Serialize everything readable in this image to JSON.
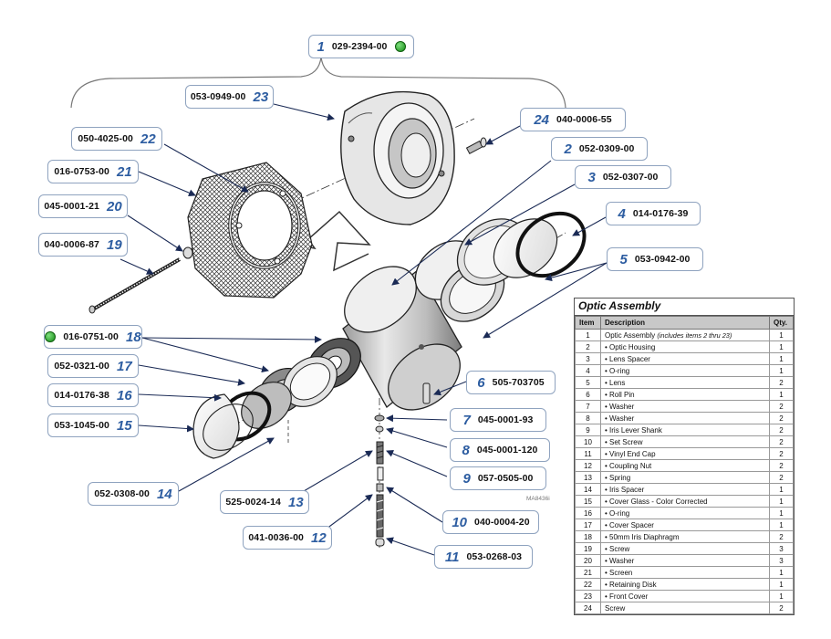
{
  "assembly": {
    "num": "1",
    "part": "029-2394-00"
  },
  "callouts": [
    {
      "id": "c23",
      "num": "23",
      "part": "053-0949-00"
    },
    {
      "id": "c24",
      "num": "24",
      "part": "040-0006-55"
    },
    {
      "id": "c22",
      "num": "22",
      "part": "050-4025-00"
    },
    {
      "id": "c2",
      "num": "2",
      "part": "052-0309-00"
    },
    {
      "id": "c21",
      "num": "21",
      "part": "016-0753-00"
    },
    {
      "id": "c3",
      "num": "3",
      "part": "052-0307-00"
    },
    {
      "id": "c20",
      "num": "20",
      "part": "045-0001-21"
    },
    {
      "id": "c4",
      "num": "4",
      "part": "014-0176-39"
    },
    {
      "id": "c19",
      "num": "19",
      "part": "040-0006-87"
    },
    {
      "id": "c5",
      "num": "5",
      "part": "053-0942-00"
    },
    {
      "id": "c18",
      "num": "18",
      "part": "016-0751-00"
    },
    {
      "id": "c17",
      "num": "17",
      "part": "052-0321-00"
    },
    {
      "id": "c6",
      "num": "6",
      "part": "505-703705"
    },
    {
      "id": "c16",
      "num": "16",
      "part": "014-0176-38"
    },
    {
      "id": "c7",
      "num": "7",
      "part": "045-0001-93"
    },
    {
      "id": "c15",
      "num": "15",
      "part": "053-1045-00"
    },
    {
      "id": "c8",
      "num": "8",
      "part": "045-0001-120"
    },
    {
      "id": "c9",
      "num": "9",
      "part": "057-0505-00"
    },
    {
      "id": "c14",
      "num": "14",
      "part": "052-0308-00"
    },
    {
      "id": "c13",
      "num": "13",
      "part": "525-0024-14"
    },
    {
      "id": "c10",
      "num": "10",
      "part": "040-0004-20"
    },
    {
      "id": "c12",
      "num": "12",
      "part": "041-0036-00"
    },
    {
      "id": "c11",
      "num": "11",
      "part": "053-0268-03"
    }
  ],
  "drawing_code": "MA8436i",
  "table": {
    "title": "Optic Assembly",
    "headers": {
      "item": "Item",
      "description": "Description",
      "qty": "Qty."
    },
    "rows": [
      {
        "item": "1",
        "description": "Optic Assembly",
        "note": "(includes items 2 thru 23)",
        "qty": "1"
      },
      {
        "item": "2",
        "description": "• Optic Housing",
        "qty": "1"
      },
      {
        "item": "3",
        "description": "• Lens Spacer",
        "qty": "1"
      },
      {
        "item": "4",
        "description": "• O-ring",
        "qty": "1"
      },
      {
        "item": "5",
        "description": "• Lens",
        "qty": "2"
      },
      {
        "item": "6",
        "description": "• Roll Pin",
        "qty": "1"
      },
      {
        "item": "7",
        "description": "• Washer",
        "qty": "2"
      },
      {
        "item": "8",
        "description": "• Washer",
        "qty": "2"
      },
      {
        "item": "9",
        "description": "• Iris Lever Shank",
        "qty": "2"
      },
      {
        "item": "10",
        "description": "• Set Screw",
        "qty": "2"
      },
      {
        "item": "11",
        "description": "• Vinyl End Cap",
        "qty": "2"
      },
      {
        "item": "12",
        "description": "• Coupling Nut",
        "qty": "2"
      },
      {
        "item": "13",
        "description": "• Spring",
        "qty": "2"
      },
      {
        "item": "14",
        "description": "• Iris Spacer",
        "qty": "1"
      },
      {
        "item": "15",
        "description": "• Cover Glass - Color Corrected",
        "qty": "1"
      },
      {
        "item": "16",
        "description": "• O-ring",
        "qty": "1"
      },
      {
        "item": "17",
        "description": "• Cover Spacer",
        "qty": "1"
      },
      {
        "item": "18",
        "description": "• 50mm Iris Diaphragm",
        "qty": "2"
      },
      {
        "item": "19",
        "description": "• Screw",
        "qty": "3"
      },
      {
        "item": "20",
        "description": "• Washer",
        "qty": "3"
      },
      {
        "item": "21",
        "description": "• Screen",
        "qty": "1"
      },
      {
        "item": "22",
        "description": "• Retaining Disk",
        "qty": "1"
      },
      {
        "item": "23",
        "description": "• Front Cover",
        "qty": "1"
      },
      {
        "item": "24",
        "description": "Screw",
        "qty": "2"
      }
    ]
  },
  "colors": {
    "callout_number": "#2d5da1",
    "callout_border": "#8fa3bf",
    "indicator_dot": "#1f9e1f"
  }
}
